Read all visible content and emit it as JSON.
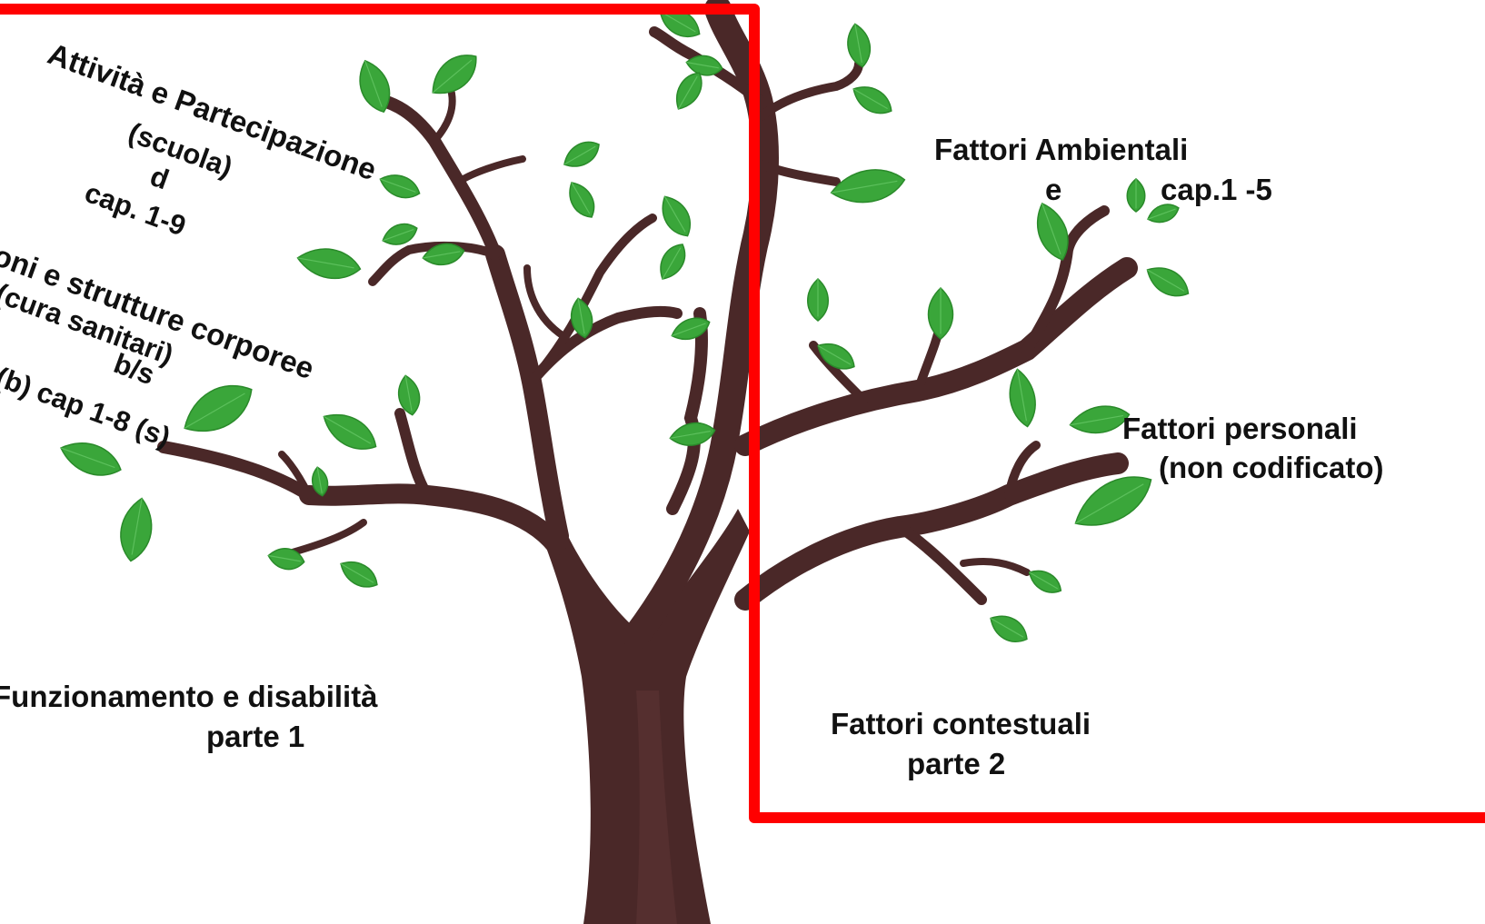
{
  "colors": {
    "trunk": "#4a2828",
    "trunk_highlight": "#5e3434",
    "leaf": "#3aa63a",
    "leaf_dark": "#2a8a2a",
    "frame": "#ff0000",
    "text": "#111111"
  },
  "left_labels": {
    "activity_title": "Attività e Partecipazione",
    "activity_context": "(scuola)",
    "activity_code": "d",
    "activity_chapters": "cap. 1-9",
    "body_title": "oni e strutture corporee",
    "body_context": "(cura sanitari)",
    "body_code": "b/s",
    "body_chapters": "(b) cap 1-8 (s)",
    "part1_title": "Funzionamento e disabilità",
    "part1_sub": "parte 1"
  },
  "right_labels": {
    "env_title": "Fattori Ambientali",
    "env_code": "e",
    "env_chapters": "cap.1 -5",
    "personal_title": "Fattori personali",
    "personal_note": "(non codificato)",
    "part2_title": "Fattori contestuali",
    "part2_sub": "parte 2"
  }
}
